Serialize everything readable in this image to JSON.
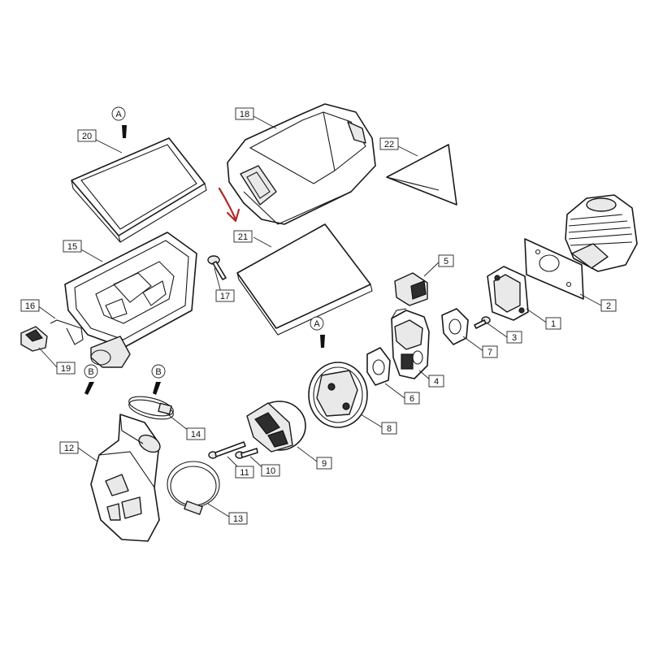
{
  "parts": [
    {
      "id": "p1",
      "label": "1"
    },
    {
      "id": "p2",
      "label": "2"
    },
    {
      "id": "p3",
      "label": "3"
    },
    {
      "id": "p4",
      "label": "4"
    },
    {
      "id": "p5",
      "label": "5"
    },
    {
      "id": "p6",
      "label": "6"
    },
    {
      "id": "p7",
      "label": "7"
    },
    {
      "id": "p8",
      "label": "8"
    },
    {
      "id": "p9",
      "label": "9"
    },
    {
      "id": "p10",
      "label": "10"
    },
    {
      "id": "p11",
      "label": "11"
    },
    {
      "id": "p12",
      "label": "12"
    },
    {
      "id": "p13",
      "label": "13"
    },
    {
      "id": "p14",
      "label": "14"
    },
    {
      "id": "p15",
      "label": "15"
    },
    {
      "id": "p16",
      "label": "16"
    },
    {
      "id": "p17",
      "label": "17"
    },
    {
      "id": "p18",
      "label": "18"
    },
    {
      "id": "p19",
      "label": "19"
    },
    {
      "id": "p20",
      "label": "20"
    },
    {
      "id": "p21",
      "label": "21"
    },
    {
      "id": "p22",
      "label": "22"
    }
  ],
  "refs": [
    {
      "id": "refA1",
      "label": "A"
    },
    {
      "id": "refA2",
      "label": "A"
    },
    {
      "id": "refB1",
      "label": "B"
    },
    {
      "id": "refB2",
      "label": "B"
    }
  ],
  "colors": {
    "line": "#1a1a1a",
    "highlight_arrow": "#b22a2a"
  }
}
